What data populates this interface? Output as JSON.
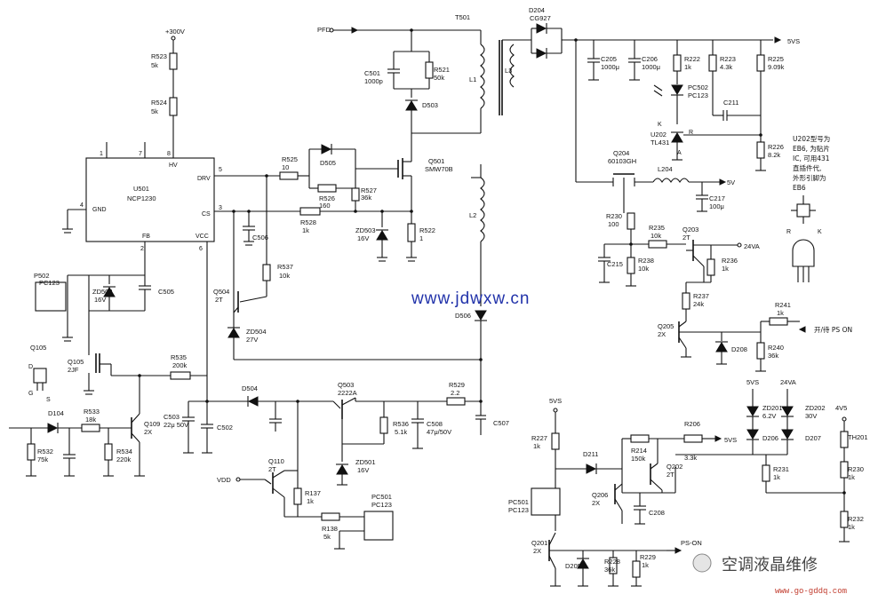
{
  "watermark": {
    "site": "www.jdwxw.cn",
    "brand": "空调液晶维修",
    "url2": "www.go-gddq.com"
  },
  "nets": {
    "v300": "+300V",
    "pfd": "PFD",
    "out5vs": "5VS",
    "out5v": "5V",
    "out24va": "24VA",
    "vcc": "VCC",
    "on_off": "开/待 PS ON",
    "ps_on": "PS-ON",
    "vdd": "VDD",
    "n5vs_b": "5VS",
    "n5vs_c": "5VS",
    "n24va_c": "24VA",
    "n5vs_d": "5VS",
    "n4v5": "4V5"
  },
  "ic": {
    "ref": "U501",
    "part": "NCP1230",
    "pins": {
      "hv": "HV",
      "drv": "DRV",
      "gnd": "GND",
      "cs": "CS",
      "fb": "FB",
      "vcc": "VCC"
    },
    "pin_numbers": {
      "p1": "1",
      "p7": "7",
      "p8": "8",
      "p5": "5",
      "p4": "4",
      "p3": "3",
      "p2": "2",
      "p6": "6"
    }
  },
  "note": [
    "U202型号为",
    "EB6, 为贴片",
    "IC, 可用431",
    "直插件代,",
    "外形引脚为",
    "EB6"
  ],
  "components": {
    "R523": [
      "R523",
      "5k"
    ],
    "R524": [
      "R524",
      "5k"
    ],
    "R525": [
      "R525",
      "10"
    ],
    "R526": [
      "R526",
      "160"
    ],
    "R527": [
      "R527",
      "36k"
    ],
    "R528": [
      "R528",
      "1k"
    ],
    "R521": [
      "R521",
      "50k"
    ],
    "C501": [
      "C501",
      "1000p"
    ],
    "D505": [
      "D505",
      ""
    ],
    "D503": [
      "D503",
      ""
    ],
    "Q501": [
      "Q501",
      "SMW70B"
    ],
    "ZD503": [
      "ZD503",
      "16V"
    ],
    "R522": [
      "R522",
      "1"
    ],
    "C506": [
      "C506",
      ""
    ],
    "R537": [
      "R537",
      "10k"
    ],
    "Q504": [
      "Q504",
      "2T"
    ],
    "ZD504": [
      "ZD504",
      "27V"
    ],
    "D506": [
      "D506",
      ""
    ],
    "T501": [
      "T501",
      ""
    ],
    "L1": [
      "L1",
      ""
    ],
    "L2": [
      "L2",
      ""
    ],
    "L3": [
      "L3",
      ""
    ],
    "PC502": [
      "P502",
      "PC123"
    ],
    "ZD502": [
      "ZD502",
      "16V"
    ],
    "C505": [
      "C505",
      ""
    ],
    "Q105": [
      "Q105",
      "2JF"
    ],
    "R535": [
      "R535",
      "200k"
    ],
    "D104": [
      "D104",
      ""
    ],
    "R533": [
      "R533",
      "18k"
    ],
    "R532": [
      "R532",
      "75k"
    ],
    "R534": [
      "R534",
      "220k"
    ],
    "Q109": [
      "Q109",
      "2X"
    ],
    "C503": [
      "C503",
      "22μ 50V"
    ],
    "C502": [
      "C502",
      ""
    ],
    "D504": [
      "D504",
      ""
    ],
    "Q503": [
      "Q503",
      "2222A"
    ],
    "R536": [
      "R536",
      "5.1k"
    ],
    "C508": [
      "C508",
      "47μ/50V"
    ],
    "R529": [
      "R529",
      "2.2"
    ],
    "C507": [
      "C507",
      ""
    ],
    "ZD501": [
      "ZD501",
      "16V"
    ],
    "Q110": [
      "Q110",
      "2T"
    ],
    "R137": [
      "R137",
      "1k"
    ],
    "R138": [
      "R138",
      "5k"
    ],
    "PC501": [
      "PC501",
      "PC123"
    ],
    "D204": [
      "D204",
      "CG927"
    ],
    "C205": [
      "C205",
      "1000μ"
    ],
    "C206": [
      "C206",
      "1000μ"
    ],
    "R222": [
      "R222",
      "1k"
    ],
    "R223": [
      "R223",
      "4.3k"
    ],
    "R225": [
      "R225",
      "9.09k"
    ],
    "PC502b": [
      "PC502",
      "PC123"
    ],
    "C211": [
      "C211",
      ""
    ],
    "U202": [
      "U202",
      "TL431"
    ],
    "R226": [
      "R226",
      "8.2k"
    ],
    "Q204": [
      "Q204",
      "60103GH"
    ],
    "L204": [
      "L204",
      ""
    ],
    "C217": [
      "C217",
      "100μ"
    ],
    "R230": [
      "R230",
      "100"
    ],
    "R235": [
      "R235",
      "10k"
    ],
    "Q203": [
      "Q203",
      "2T"
    ],
    "C215": [
      "C215",
      ""
    ],
    "R238": [
      "R238",
      "10k"
    ],
    "R236": [
      "R236",
      "1k"
    ],
    "R237": [
      "R237",
      "24k"
    ],
    "Q205": [
      "Q205",
      "2X"
    ],
    "D208": [
      "D208",
      ""
    ],
    "R241": [
      "R241",
      "1k"
    ],
    "R240": [
      "R240",
      "36k"
    ],
    "R227": [
      "R227",
      "1k"
    ],
    "D211": [
      "D211",
      ""
    ],
    "R214": [
      "R214",
      "150k"
    ],
    "R206": [
      "R206",
      "3.3k"
    ],
    "Q202": [
      "Q202",
      "2T"
    ],
    "Q206": [
      "Q206",
      "2X"
    ],
    "C208": [
      "C208",
      ""
    ],
    "PC501b": [
      "PC501",
      "PC123"
    ],
    "Q201": [
      "Q201",
      "2X"
    ],
    "D205": [
      "D205",
      ""
    ],
    "R228": [
      "R228",
      "36k"
    ],
    "R229": [
      "R229",
      "1k"
    ],
    "ZD201": [
      "ZD201",
      "6.2V"
    ],
    "ZD202": [
      "ZD202",
      "30V"
    ],
    "D206": [
      "D206",
      ""
    ],
    "D207": [
      "D207",
      ""
    ],
    "R231": [
      "R231",
      "1k"
    ],
    "TH201": [
      "TH201",
      ""
    ],
    "R230b": [
      "R230",
      "1k"
    ],
    "R232": [
      "R232",
      "1k"
    ]
  },
  "pinout": {
    "a": "A",
    "k": "K",
    "r": "R",
    "k2": "K",
    "r2": "R"
  },
  "q105_pins": {
    "d": "D",
    "g": "G",
    "s": "S",
    "ref": "Q105"
  }
}
